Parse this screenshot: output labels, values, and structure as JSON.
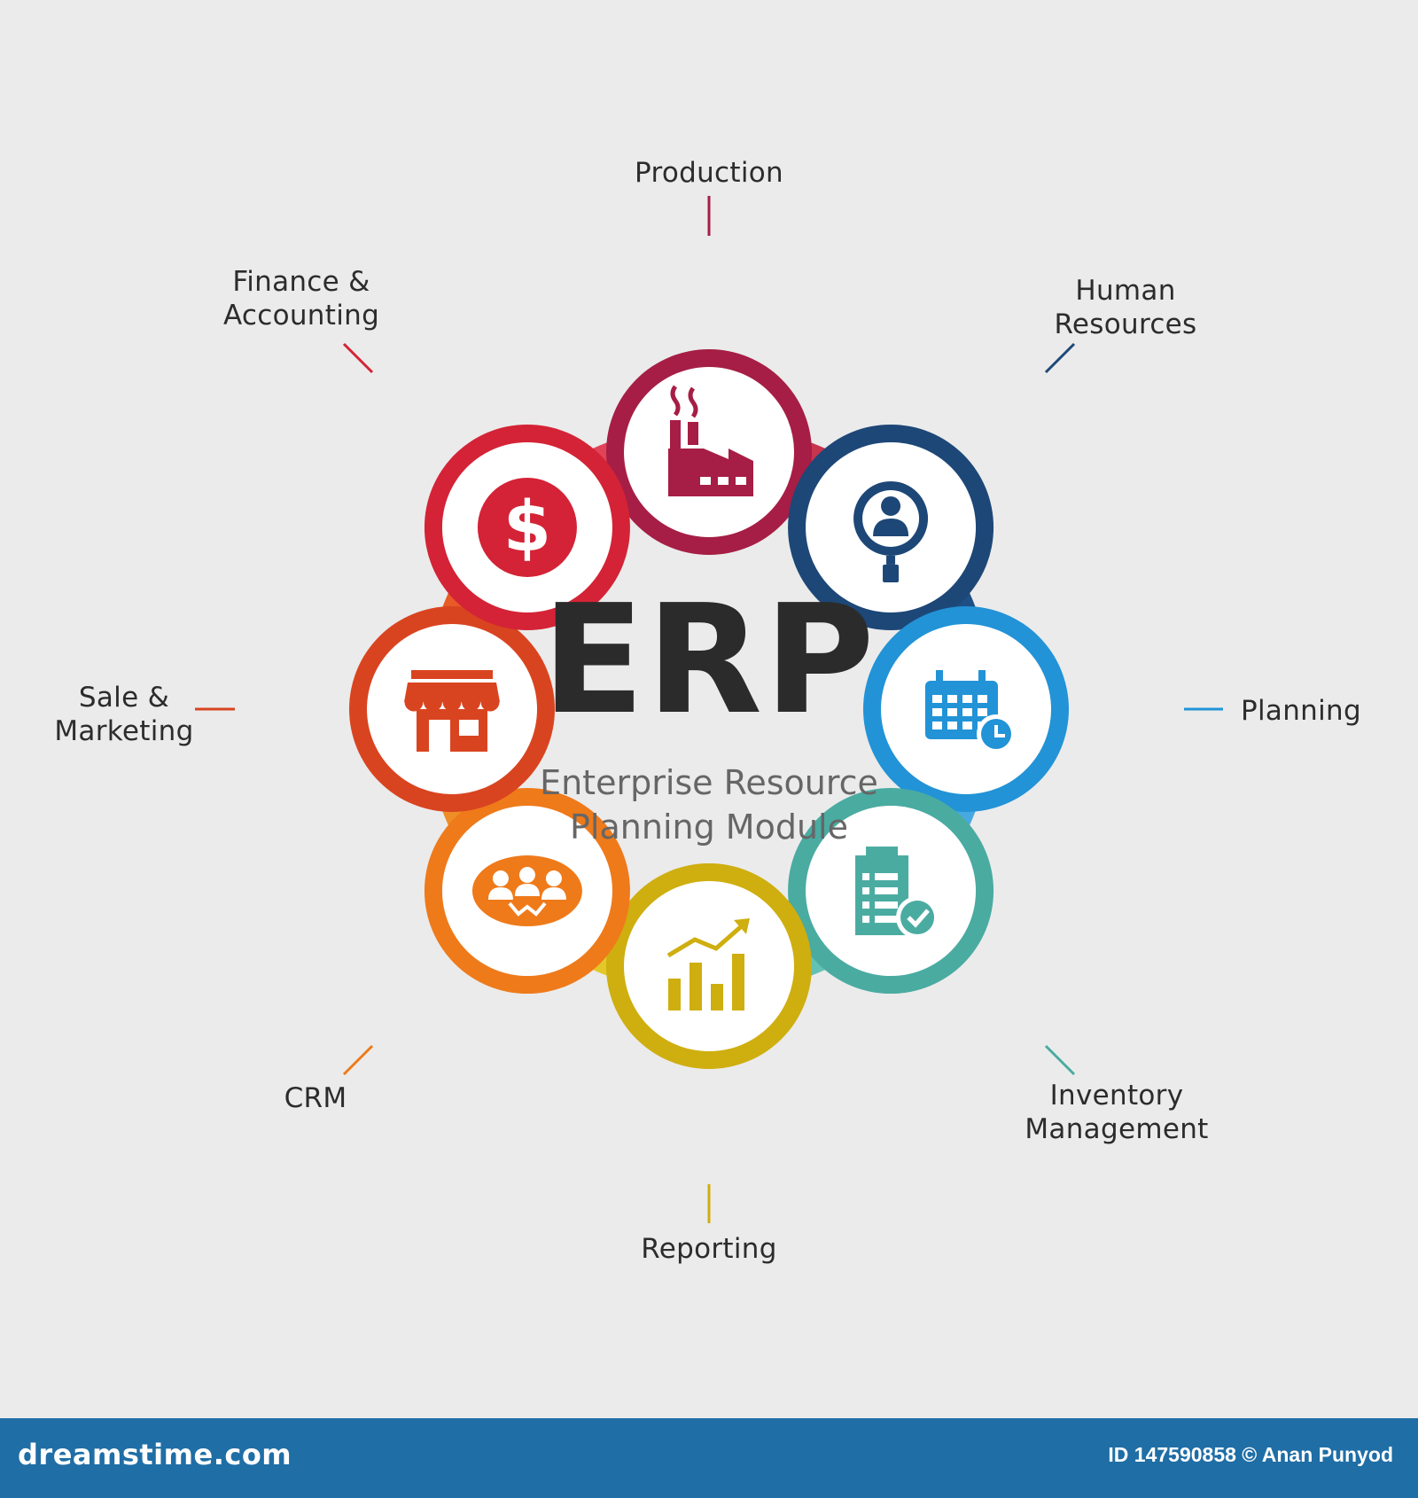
{
  "center": {
    "title": "ERP",
    "subtitle_line1": "Enterprise Resource",
    "subtitle_line2": "Planning Module"
  },
  "modules": [
    {
      "key": "production",
      "line1": "Production",
      "line2": "",
      "color": "#a61e45",
      "icon": "factory-icon"
    },
    {
      "key": "human-resources",
      "line1": "Human",
      "line2": "Resources",
      "color": "#1d4777",
      "icon": "person-search-icon"
    },
    {
      "key": "planning",
      "line1": "Planning",
      "line2": "",
      "color": "#2293d6",
      "icon": "calendar-clock-icon"
    },
    {
      "key": "inventory-management",
      "line1": "Inventory",
      "line2": "Management",
      "color": "#4aaba1",
      "icon": "clipboard-check-icon"
    },
    {
      "key": "reporting",
      "line1": "Reporting",
      "line2": "",
      "color": "#cfae0f",
      "icon": "bar-chart-icon"
    },
    {
      "key": "crm",
      "line1": "CRM",
      "line2": "",
      "color": "#ef7a1a",
      "icon": "customer-group-icon"
    },
    {
      "key": "sale-marketing",
      "line1": "Sale &",
      "line2": "Marketing",
      "color": "#d94420",
      "icon": "storefront-icon"
    },
    {
      "key": "finance-accounting",
      "line1": "Finance &",
      "line2": "Accounting",
      "color": "#d42336",
      "icon": "dollar-coin-icon"
    }
  ],
  "ring_colors": [
    "#c7344e",
    "#1e4f86",
    "#48a9e0",
    "#63c2b3",
    "#e2c829",
    "#ef8d26",
    "#e85a26",
    "#e04358"
  ],
  "footer": {
    "brand": "dreamstime.com",
    "credit": "ID 147590858 © Anan Punyod"
  }
}
